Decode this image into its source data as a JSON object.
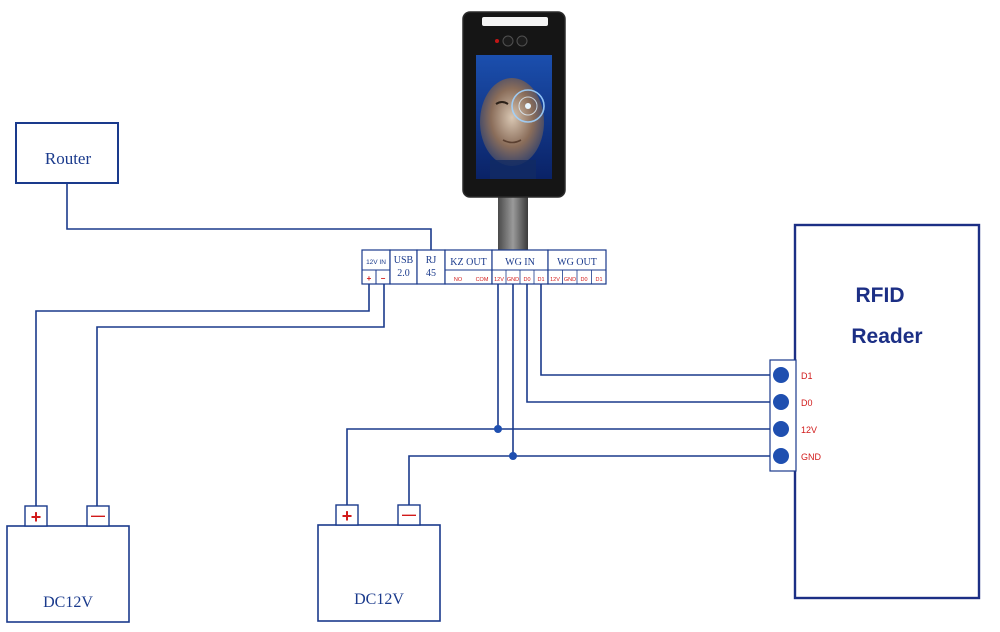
{
  "router": {
    "label": "Router"
  },
  "device": {
    "ports": {
      "power": {
        "title": "12V IN",
        "pins": [
          "+",
          "−"
        ]
      },
      "usb": {
        "lines": [
          "USB",
          "2.0"
        ]
      },
      "rj": {
        "lines": [
          "RJ",
          "45"
        ]
      },
      "kz_out": {
        "title": "KZ OUT",
        "pins": [
          "NO",
          "COM"
        ]
      },
      "wg_in": {
        "title": "WG IN",
        "pins": [
          "12V",
          "GND",
          "D0",
          "D1"
        ]
      },
      "wg_out": {
        "title": "WG OUT",
        "pins": [
          "12V",
          "GND",
          "D0",
          "D1"
        ]
      }
    }
  },
  "rfid": {
    "title_line1": "RFID",
    "title_line2": "Reader",
    "terminals": [
      "D1",
      "D0",
      "12V",
      "GND"
    ]
  },
  "batteries": [
    {
      "label": "DC12V",
      "plus": "+",
      "minus": "—"
    },
    {
      "label": "DC12V",
      "plus": "+",
      "minus": "—"
    }
  ],
  "colors": {
    "line": "#1a3a8c",
    "wire": "#333333",
    "label_red": "#d11a1a",
    "junction": "#1f4fb0",
    "frame": "#1c2f85"
  }
}
